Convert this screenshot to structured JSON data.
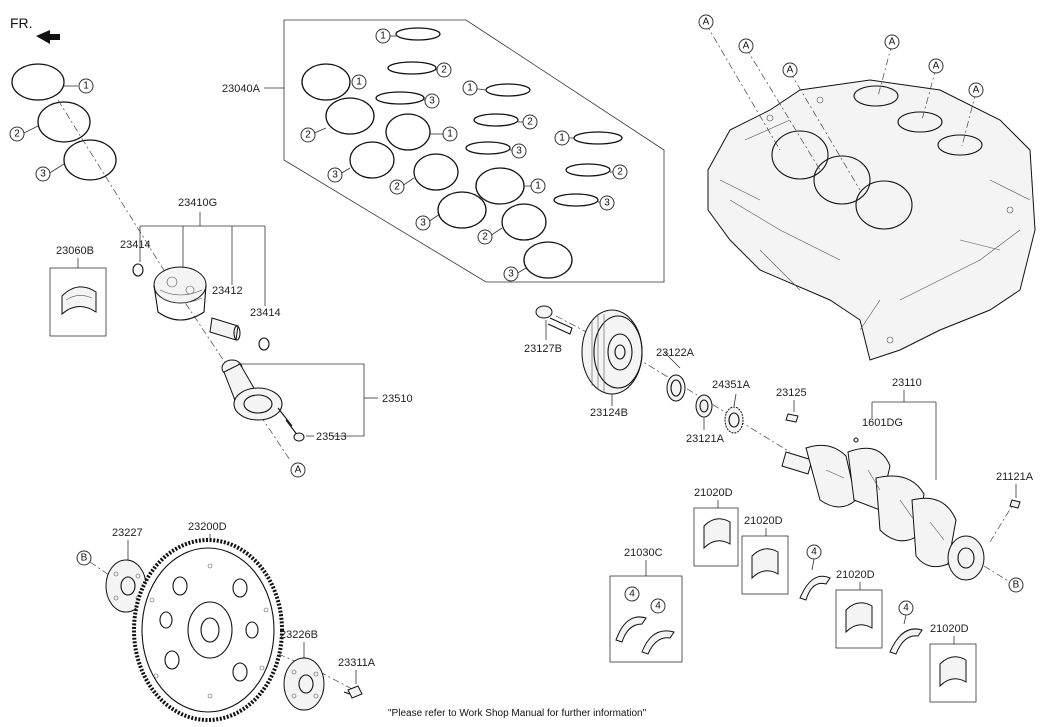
{
  "fr_label": "FR.",
  "footer_note": "\"Please refer to Work Shop Manual for further information\"",
  "part_labels": {
    "p23040A": "23040A",
    "p23410G": "23410G",
    "p23414a": "23414",
    "p23414b": "23414",
    "p23060B": "23060B",
    "p23412": "23412",
    "p23510": "23510",
    "p23513": "23513",
    "p23127B": "23127B",
    "p23122A": "23122A",
    "p23124B": "23124B",
    "p24351A": "24351A",
    "p23121A": "23121A",
    "p23125": "23125",
    "p23110": "23110",
    "p1601DG": "1601DG",
    "p21121A": "21121A",
    "p21020D_1": "21020D",
    "p21020D_2": "21020D",
    "p21020D_3": "21020D",
    "p21020D_4": "21020D",
    "p21030C": "21030C",
    "p23227": "23227",
    "p23200D": "23200D",
    "p23226B": "23226B",
    "p23311A": "23311A"
  },
  "callouts": {
    "one": "1",
    "two": "2",
    "three": "3",
    "four": "4",
    "A": "A",
    "B": "B"
  }
}
